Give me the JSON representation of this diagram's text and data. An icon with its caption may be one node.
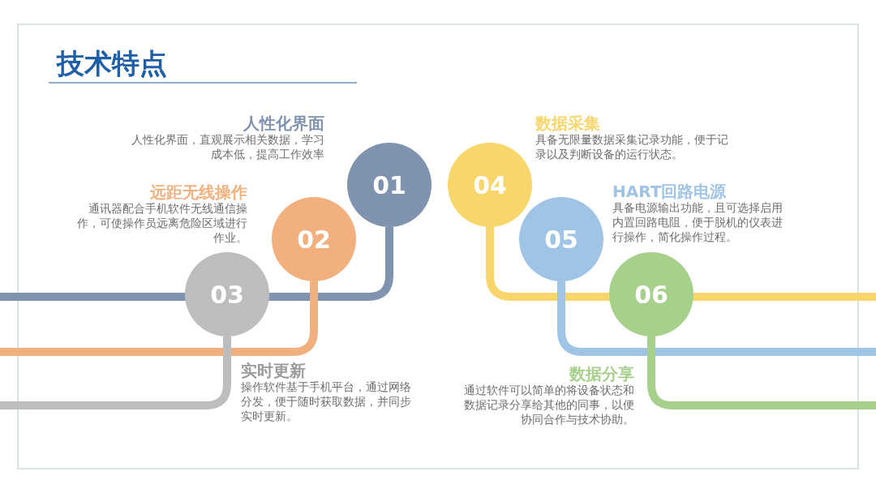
{
  "diagram": {
    "title": "技术特点",
    "nodes": [
      {
        "text": [
          "01"
        ],
        "beside": [
          "人性化界面",
          "人性化界面，直观展示相关数据，学习成本低，提高工作效率"
        ]
      },
      {
        "text": [
          "02"
        ],
        "beside": [
          "远距无线操作",
          "通讯器配合手机软件无线通信操作，可使操作员远离危险区域进行作业。"
        ]
      },
      {
        "text": [
          "03"
        ],
        "beside": [
          "实时更新",
          "操作软件基于手机平台，通过网络分发，便于随时获取数据，并同步实时更新。"
        ]
      },
      {
        "text": [
          "04"
        ],
        "beside": [
          "数据采集",
          "具备无限量数据采集记录功能，便于记录以及判断设备的运行状态。"
        ]
      },
      {
        "text": [
          "05"
        ],
        "beside": [
          "HART回路电源",
          "具备电源输出功能，且可选择启用内置回路电阻，便于脱机的仪表进行操作，简化操作过程。"
        ]
      },
      {
        "text": [
          "06"
        ],
        "beside": [
          "数据分享",
          "通过软件可以简单的将设备状态和数据记录分享给其他的同事，以便协同合作与技术协助。"
        ]
      }
    ],
    "edges": [
      {
        "from": 0,
        "to": null,
        "arrow": "none",
        "color": "#7f93ae"
      },
      {
        "from": 1,
        "to": null,
        "arrow": "none",
        "color": "#f2b07e"
      },
      {
        "from": 2,
        "to": null,
        "arrow": "none",
        "color": "#bdbdbd"
      },
      {
        "from": 3,
        "to": null,
        "arrow": "none",
        "color": "#f9d66b"
      },
      {
        "from": 4,
        "to": null,
        "arrow": "none",
        "color": "#9fc4e6"
      },
      {
        "from": 5,
        "to": null,
        "arrow": "none",
        "color": "#a8d08d"
      }
    ]
  }
}
